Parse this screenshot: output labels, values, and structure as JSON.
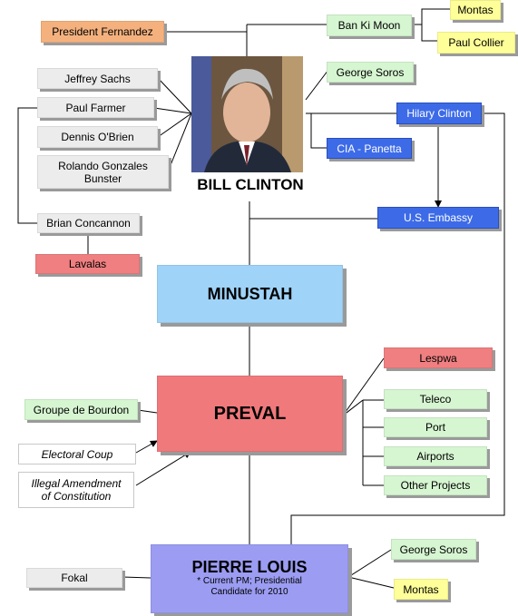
{
  "nodes": {
    "president_fernandez": "President Fernandez",
    "ban_ki_moon": "Ban Ki Moon",
    "montas_top": "Montas",
    "paul_collier": "Paul Collier",
    "jeffrey_sachs": "Jeffrey Sachs",
    "paul_farmer": "Paul Farmer",
    "dennis_obrien": "Dennis O'Brien",
    "rolando": "Rolando Gonzales\nBunster",
    "george_soros_top": "George Soros",
    "hilary_clinton": "Hilary Clinton",
    "cia_panetta": "CIA - Panetta",
    "us_embassy": "U.S. Embassy",
    "brian_concannon": "Brian Concannon",
    "lavalas": "Lavalas",
    "bill_clinton": "BILL CLINTON",
    "minustah": "MINUSTAH",
    "lespwa": "Lespwa",
    "groupe_de_bourdon": "Groupe de Bourdon",
    "preval": "PREVAL",
    "teleco": "Teleco",
    "port": "Port",
    "airports": "Airports",
    "other_projects": "Other Projects",
    "electoral_coup": "Electoral Coup",
    "illegal_amendment": "Illegal Amendment\nof  Constitution",
    "pierre_louis": "PIERRE LOUIS",
    "pierre_louis_note": "* Current PM; Presidential\nCandidate for 2010",
    "fokal": "Fokal",
    "george_soros_bottom": "George Soros",
    "montas_bottom": "Montas"
  },
  "colors": {
    "gray": "#ececec",
    "green": "#d6f5d1",
    "blue": "#3d6be8",
    "salmon": "#ef7f80",
    "orange": "#f4b17e",
    "yellow": "#ffff99",
    "minustah": "#9fd3f8",
    "preval": "#f0797c",
    "pierre_louis": "#9b9cf2"
  }
}
